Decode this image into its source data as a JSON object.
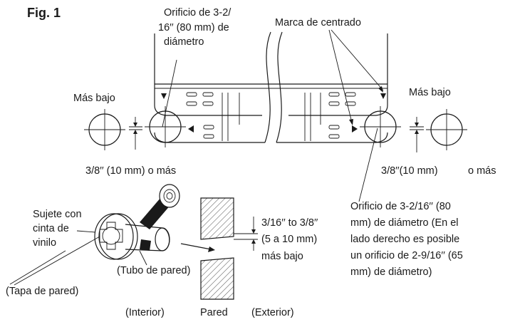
{
  "figure": {
    "title": "Fig. 1"
  },
  "labels": {
    "hole_left_l1": "Orificio de 3-2/",
    "hole_left_l2": "16′′ (80 mm) de",
    "hole_left_l3": "diámetro",
    "centering_mark": "Marca de centrado",
    "lower_left": "Más bajo",
    "lower_right": "Más bajo",
    "dist_left": "3/8′′ (10 mm) o más",
    "dist_right_a": "3/8′′(10 mm)",
    "dist_right_b": "o más",
    "hole_right_l1": "Orificio de 3-2/16′′ (80",
    "hole_right_l2": "mm) de diámetro (En el",
    "hole_right_l3": "lado derecho es posible",
    "hole_right_l4": "un orificio de 2-9/16′′ (65",
    "hole_right_l5": "mm) de diámetro)",
    "tape_l1": "Sujete con",
    "tape_l2": "cinta de",
    "tape_l3": "vinilo",
    "pipe": "(Tubo de pared)",
    "cap": "(Tapa de pared)",
    "interior": "(Interior)",
    "wall": "Pared",
    "exterior": "(Exterior)",
    "slope_l1": "3/16′′ to 3/8′′",
    "slope_l2": "(5 a 10 mm)",
    "slope_l3": "más bajo"
  }
}
